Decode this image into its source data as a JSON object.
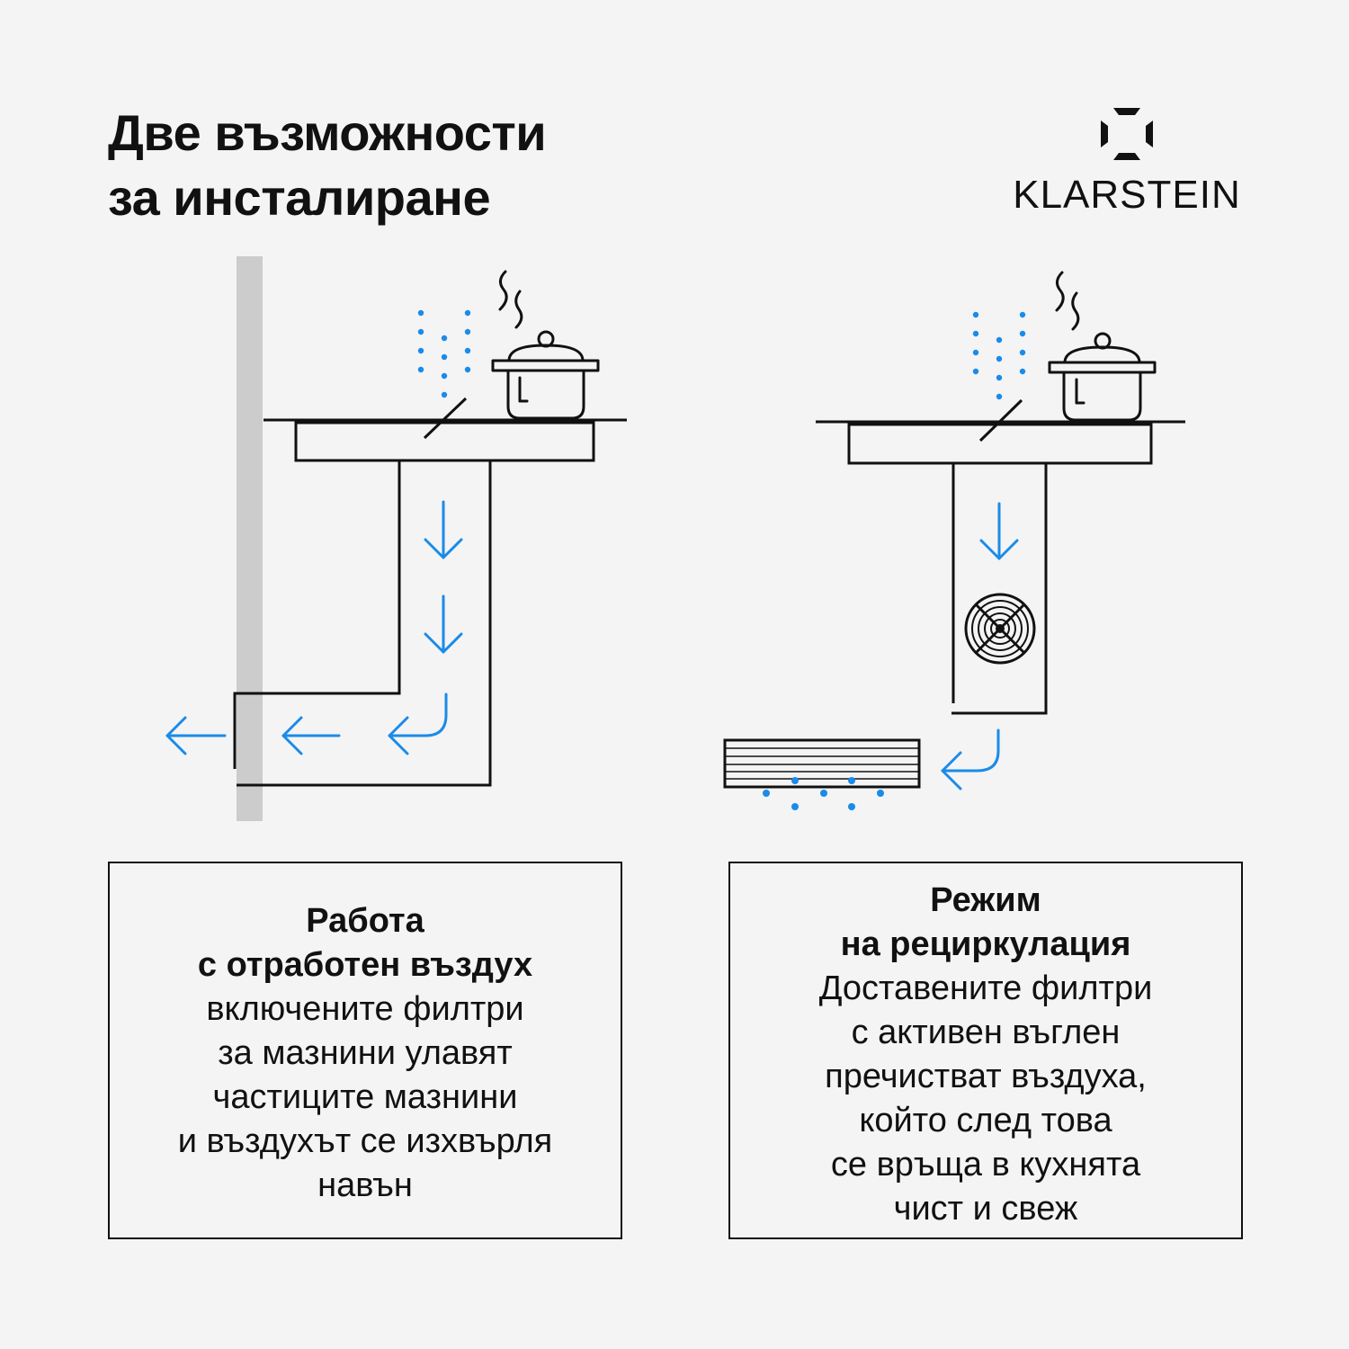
{
  "title": {
    "line1": "Две възможности",
    "line2": "за инсталиране"
  },
  "brand": {
    "name": "KLARSTEIN",
    "icon": "klarstein-logo-icon"
  },
  "colors": {
    "accent": "#1a8be8",
    "line": "#111111",
    "wall": "#cccccc",
    "background": "#f4f4f4"
  },
  "option_exhaust": {
    "heading1": "Работа",
    "heading2": "с отработен въздух",
    "lines": [
      "включените филтри",
      "за мазнини улавят",
      "частиците мазнини",
      "и въздухът се изхвърля",
      "навън"
    ]
  },
  "option_recirculation": {
    "heading1": "Режим",
    "heading2": "на рециркулация",
    "lines": [
      "Доставените филтри",
      "с активен въглен",
      "пречистват въздуха,",
      "който след това",
      "се връща в кухнята",
      "чист и свеж"
    ]
  }
}
